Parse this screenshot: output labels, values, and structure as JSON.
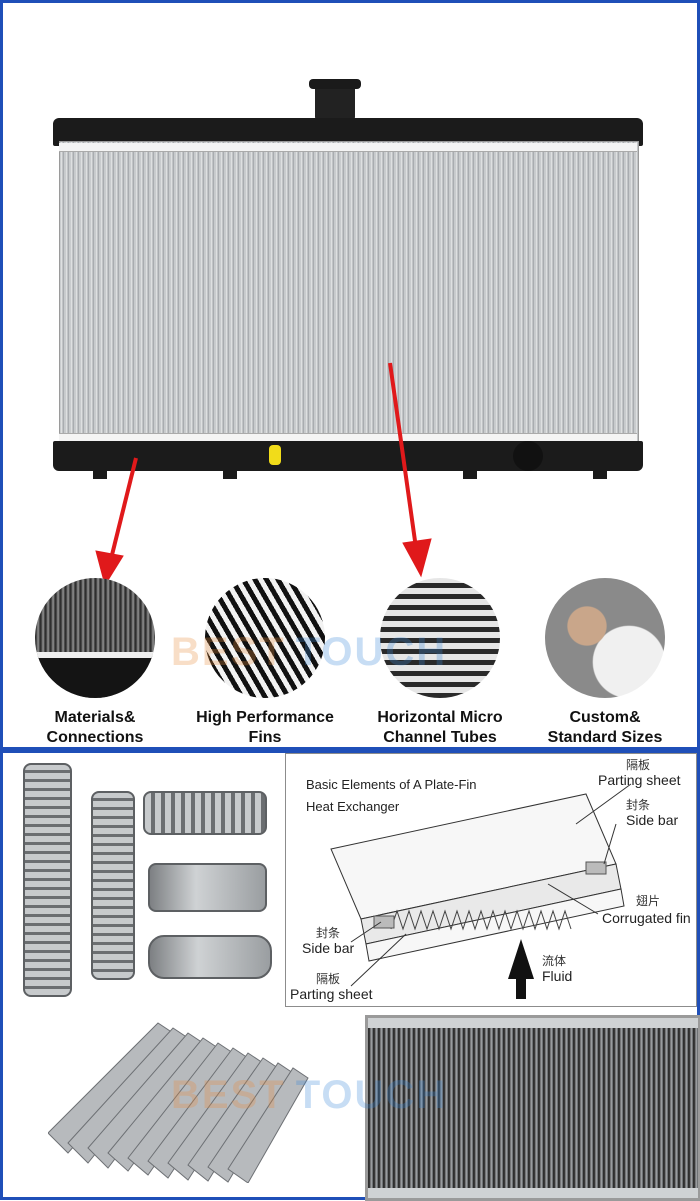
{
  "watermark": {
    "word1": "BEST",
    "word2": "TOUCH"
  },
  "features": [
    {
      "label": "Materials&\nConnections",
      "image": "radiator-tank-closeup"
    },
    {
      "label": "High Performance\nFins",
      "image": "zigzag-fins-closeup"
    },
    {
      "label": "Horizontal Micro\nChannel Tubes",
      "image": "micro-channel-tubes-closeup"
    },
    {
      "label": "Custom&\nStandard Sizes",
      "image": "hand-measuring-closeup"
    }
  ],
  "diagram": {
    "title_line1": "Basic Elements of A Plate-Fin",
    "title_line2": "Heat Exchanger",
    "parting_sheet_cn": "隔板",
    "parting_sheet_en": "Parting sheet",
    "side_bar_cn": "封条",
    "side_bar_en": "Side bar",
    "corrugated_cn": "翅片",
    "corrugated_en": "Corrugated fin",
    "side_bar_left_cn": "封条",
    "side_bar_left_en": "Side bar",
    "parting_sheet_left_cn": "隔板",
    "parting_sheet_left_en": "Parting sheet",
    "fluid_cn": "流体",
    "fluid_en": "Fluid"
  },
  "colors": {
    "border": "#1f4fb8",
    "arrow": "#e0191b"
  }
}
